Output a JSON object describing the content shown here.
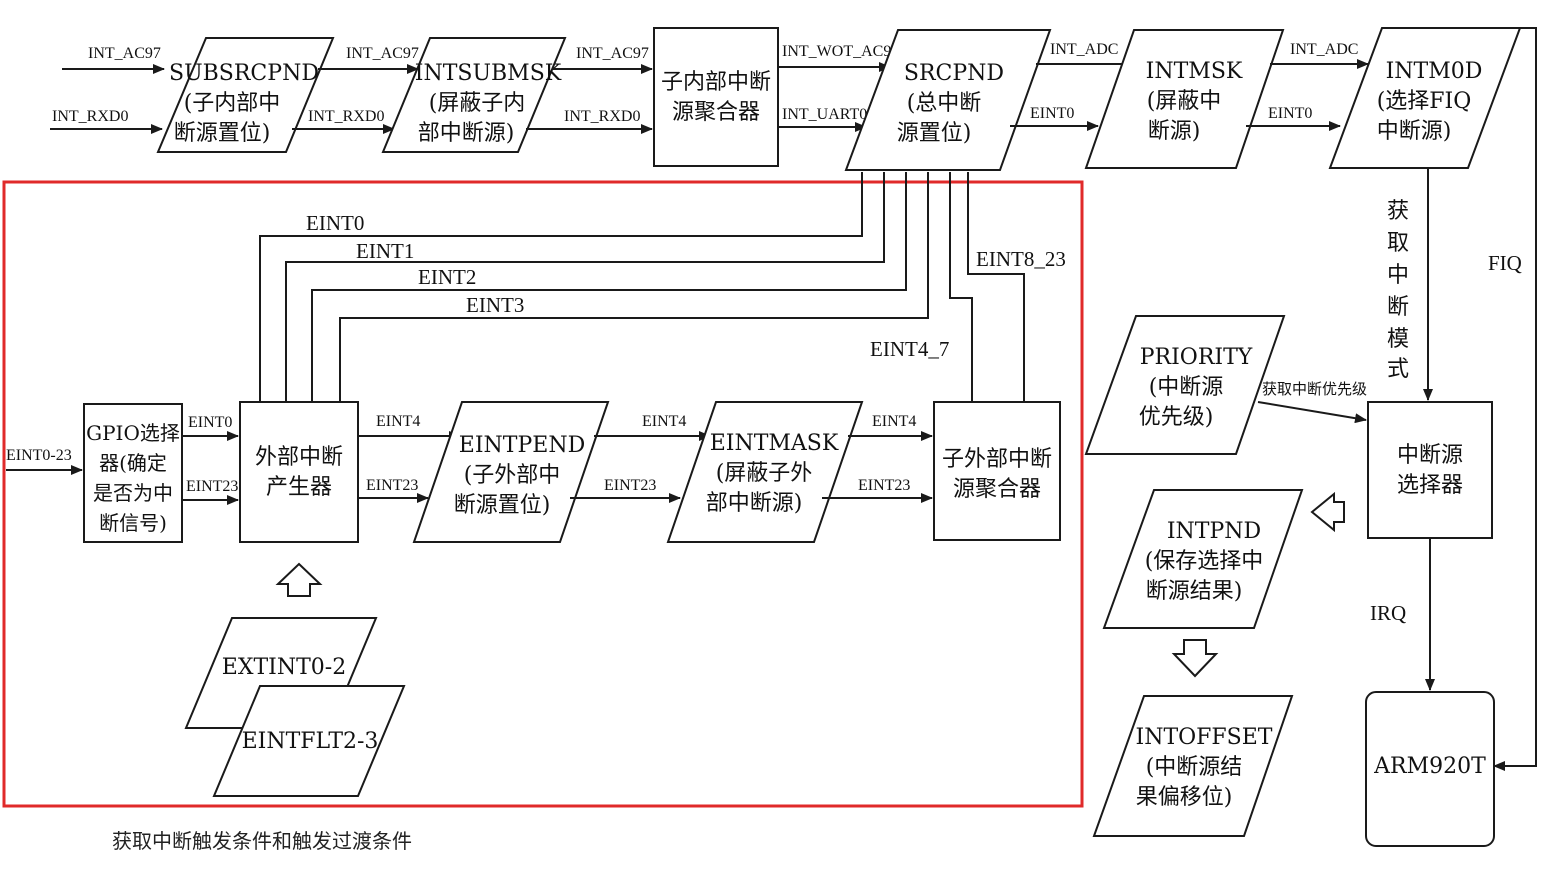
{
  "colors": {
    "highlight": "#e02a2a",
    "line": "#1a1a1a"
  },
  "boxes": {
    "subsrcpnd": [
      "SUBSRCPND",
      "(子内部中",
      "断源置位)"
    ],
    "intsubmsk": [
      "INTSUBMSK",
      "(屏蔽子内",
      "部中断源)"
    ],
    "sub_aggregator": [
      "子内部中断",
      "源聚合器"
    ],
    "srcpnd": [
      "SRCPND",
      "(总中断",
      "源置位)"
    ],
    "intmsk": [
      "INTMSK",
      "(屏蔽中",
      "断源)"
    ],
    "intmod": [
      "INTM0D",
      "(选择FIQ",
      "中断源)"
    ],
    "gpio": [
      "GPIO选择",
      "器(确定",
      "是否为中",
      "断信号)"
    ],
    "ext_generator": [
      "外部中断",
      "产生器"
    ],
    "eintpend": [
      "EINTPEND",
      "(子外部中",
      "断源置位)"
    ],
    "eintmask": [
      "EINTMASK",
      "(屏蔽子外",
      "部中断源)"
    ],
    "ext_aggregator": [
      "子外部中断",
      "源聚合器"
    ],
    "extint": [
      "EXTINT0-2"
    ],
    "eintflt": [
      "EINTFLT2-3"
    ],
    "priority": [
      "PRIORITY",
      "(中断源",
      "优先级)"
    ],
    "selector": [
      "中断源",
      "选择器"
    ],
    "intpnd": [
      "INTPND",
      "(保存选择中",
      "断源结果)"
    ],
    "intoffset": [
      "INTOFFSET",
      "(中断源结",
      "果偏移位)"
    ],
    "arm": [
      "ARM920T"
    ]
  },
  "signals": {
    "int_ac97": "INT_AC97",
    "int_rxd0": "INT_RXD0",
    "int_wdt_ac97": "INT_WOT_AC97",
    "int_uart0": "INT_UART0",
    "int_adc": "INT_ADC",
    "eint0": "EINT0",
    "eint1": "EINT1",
    "eint2": "EINT2",
    "eint3": "EINT3",
    "eint4": "EINT4",
    "eint23": "EINT23",
    "eint4_7": "EINT4_7",
    "eint8_23": "EINT8_23",
    "eint0_23": "EINT0-23",
    "fiq": "FIQ",
    "irq": "IRQ",
    "get_mode": [
      "获",
      "取",
      "中",
      "断",
      "模",
      "式"
    ],
    "get_priority": "获取中断优先级"
  },
  "caption": "获取中断触发条件和触发过渡条件"
}
